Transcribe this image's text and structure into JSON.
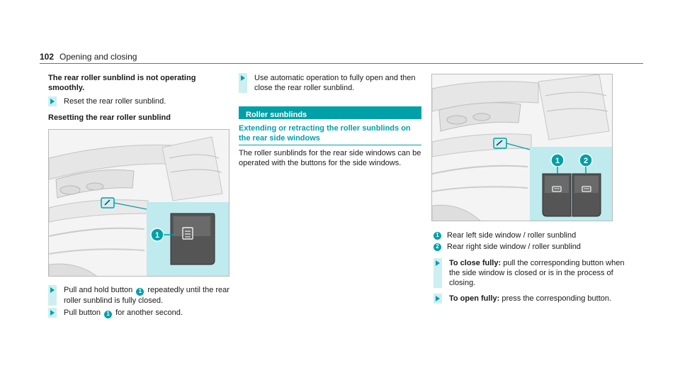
{
  "header": {
    "page_number": "102",
    "section_title": "Opening and closing"
  },
  "left_column": {
    "problem_heading": "The rear roller sunblind is not operating smoothly.",
    "step_reset": "Reset the rear roller sunblind.",
    "reset_heading": "Resetting the rear roller sunblind",
    "figure_callout": "1",
    "step_pull_hold": {
      "before": "Pull and hold button",
      "num": "1",
      "after": "repeatedly until the rear roller sunblind is fully closed."
    },
    "step_pull_again": {
      "before": "Pull button",
      "num": "1",
      "after": "for another second."
    }
  },
  "middle_column": {
    "step_auto": "Use automatic operation to fully open and then close the rear roller sunblind.",
    "band_title": "Roller sunblinds",
    "subheading": "Extending or retracting the roller sunblinds on the rear side windows",
    "body": "The roller sunblinds for the rear side windows can be operated with the buttons for the side windows."
  },
  "right_column": {
    "callouts": [
      "1",
      "2"
    ],
    "legend": [
      {
        "num": "1",
        "text": "Rear left side window / roller sunblind"
      },
      {
        "num": "2",
        "text": "Rear right side window / roller sunblind"
      }
    ],
    "step_close": {
      "label": "To close fully:",
      "text": "pull the corresponding button when the side window is closed or is in the process of closing."
    },
    "step_open": {
      "label": "To open fully:",
      "text": "press the corresponding button."
    }
  }
}
